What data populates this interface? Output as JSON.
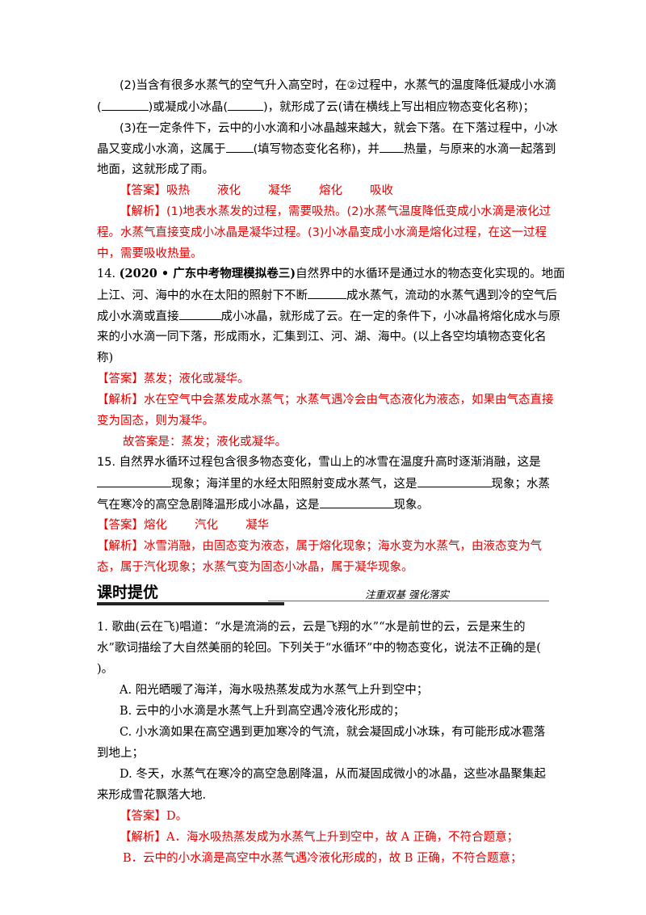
{
  "q13": {
    "p2_l1": "(2)当含有很多水蒸气的空气升入高空时，在②过程中，水蒸气的温度降低凝成小水滴",
    "p2_l2a": "(",
    "p2_l2b": ")或凝成小冰晶(",
    "p2_l2c": ")，就形成了云(请在横线上写出相应物态变化名称)；",
    "p3_l1": "(3)在一定条件下，云中的小水滴和小冰晶越来越大，就会下落。在下落过程中，小冰",
    "p3_l2a": "晶又变成小水滴，这属于",
    "p3_l2b": "(填写物态变化名称)，并",
    "p3_l2c": "热量，与原来的水滴一起落到",
    "p3_l3": "地面，这就形成了雨。",
    "answer_label": "【答案】",
    "answer_items": [
      "吸热",
      "液化",
      "凝华",
      "熔化",
      "吸收"
    ],
    "analysis_l1": "【解析】(1)地表水蒸发的过程，需要吸热。(2)水蒸气温度降低变成小水滴是液化过",
    "analysis_l2": "程。水蒸气直接变成小冰晶是凝华过程。(3)小冰晶变成小水滴是熔化过程，在这一过程",
    "analysis_l3": "中，需要吸收热量。"
  },
  "q14": {
    "number": "14.",
    "source": "(2020 • 广东中考物理模拟卷三)",
    "l1": "自然界中的水循环是通过水的物态变化实现的。地面",
    "l2a": "上江、河、海中的水在太阳的照射下不断",
    "l2b": "成水蒸气，流动的水蒸气遇到冷的空气后",
    "l3a": "成小水滴或直接",
    "l3b": "成小冰晶，就形成了云。在一定的条件下，小冰晶将熔化成水与原",
    "l4": "来的小水滴一同下落，形成雨水，汇集到江、河、湖、海中。(以上各空均填物态变化名",
    "l5": "称)",
    "answer": "【答案】蒸发；液化或凝华。",
    "analysis_l1": "【解析】水在空气中会蒸发成水蒸气；水蒸气遇冷会由气态液化为液态，如果由气态直接",
    "analysis_l2": "变为固态，则为凝华。",
    "conclusion": "故答案是：蒸发；液化或凝华。"
  },
  "q15": {
    "l1": "15. 自然界水循环过程包含很多物态变化，雪山上的冰雪在温度升高时逐渐消融，这是",
    "l2a": "现象；海洋里的水经太阳照射变成水蒸气，这是",
    "l2b": "现象；水蒸",
    "l3a": "气在寒冷的高空急剧降温形成小冰晶，这是",
    "l3b": "现象。",
    "answer_label": "【答案】",
    "answer_items": [
      "熔化",
      "汽化",
      "凝华"
    ],
    "analysis_l1": "【解析】冰雪消融，由固态变为液态，属于熔化现象；海水变为水蒸气，由液态变为气",
    "analysis_l2": "态，属于汽化现象；水蒸气变为固态小冰晶，属于凝华现象。"
  },
  "section": {
    "title": "课时提优",
    "subtitle": "注重双基 强化落实"
  },
  "q1": {
    "l1": "1. 歌曲(云在飞)唱道：“水是流淌的云，云是飞翔的水”“水是前世的云，云是来生的",
    "l2": "水”歌词描绘了大自然美丽的轮回。下列关于“水循环”中的物态变化，说法不正确的是(",
    "l3": ")。",
    "optA": "A. 阳光晒暖了海洋，海水吸热蒸发成为水蒸气上升到空中；",
    "optB": "B. 云中的小水滴是水蒸气上升到高空遇冷液化形成的；",
    "optC_l1": "C. 小水滴如果在高空遇到更加寒冷的气流，就会凝固成小冰珠，有可能形成冰雹落",
    "optC_l2": "到地上；",
    "optD_l1": "D. 冬天，水蒸气在寒冷的高空急剧降温，从而凝固成微小的冰晶，这些冰晶聚集起",
    "optD_l2": "来形成雪花飘落大地.",
    "answer": "【答案】D。",
    "analysis_A": "【解析】A．海水吸热蒸发成为水蒸气上升到空中，故 A 正确，不符合题意；",
    "analysis_B": "B．云中的小水滴是高空中水蒸气遇冷液化形成的，故 B 正确，不符合题意；"
  },
  "colors": {
    "answer": "#e60000",
    "text": "#000000"
  }
}
